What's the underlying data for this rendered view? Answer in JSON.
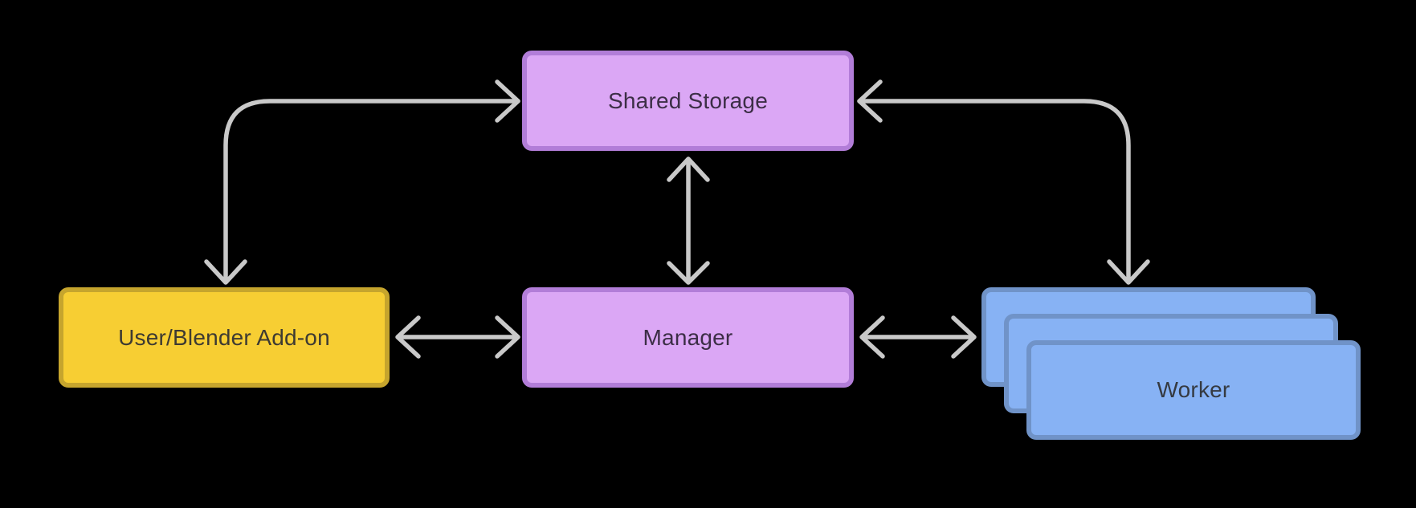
{
  "colors": {
    "background": "#000000",
    "arrow": "#c9c9c9"
  },
  "nodes": {
    "shared_storage": {
      "label": "Shared Storage",
      "fill": "#dba7f5",
      "border": "#b27dd8",
      "text_color": "#3c2e46"
    },
    "user_blender_addon": {
      "label": "User/Blender Add-on",
      "fill": "#f7ce33",
      "border": "#c6a52d",
      "text_color": "#3d3a32"
    },
    "manager": {
      "label": "Manager",
      "fill": "#dba7f5",
      "border": "#b27dd8",
      "text_color": "#3c2e46"
    },
    "worker": {
      "label": "Worker",
      "fill": "#87b2f4",
      "border": "#7093c8",
      "text_color": "#353a41",
      "stack_count": 3
    }
  },
  "edges": [
    {
      "name": "user-addon-to-shared-storage",
      "from": "User/Blender Add-on",
      "to": "Shared Storage",
      "direction": "bidirectional",
      "shape": "elbow"
    },
    {
      "name": "shared-storage-to-manager",
      "from": "Shared Storage",
      "to": "Manager",
      "direction": "bidirectional",
      "shape": "straight"
    },
    {
      "name": "user-addon-to-manager",
      "from": "User/Blender Add-on",
      "to": "Manager",
      "direction": "bidirectional",
      "shape": "straight"
    },
    {
      "name": "manager-to-worker",
      "from": "Manager",
      "to": "Worker",
      "direction": "bidirectional",
      "shape": "straight"
    },
    {
      "name": "shared-storage-to-worker",
      "from": "Shared Storage",
      "to": "Worker",
      "direction": "bidirectional",
      "shape": "elbow"
    }
  ]
}
